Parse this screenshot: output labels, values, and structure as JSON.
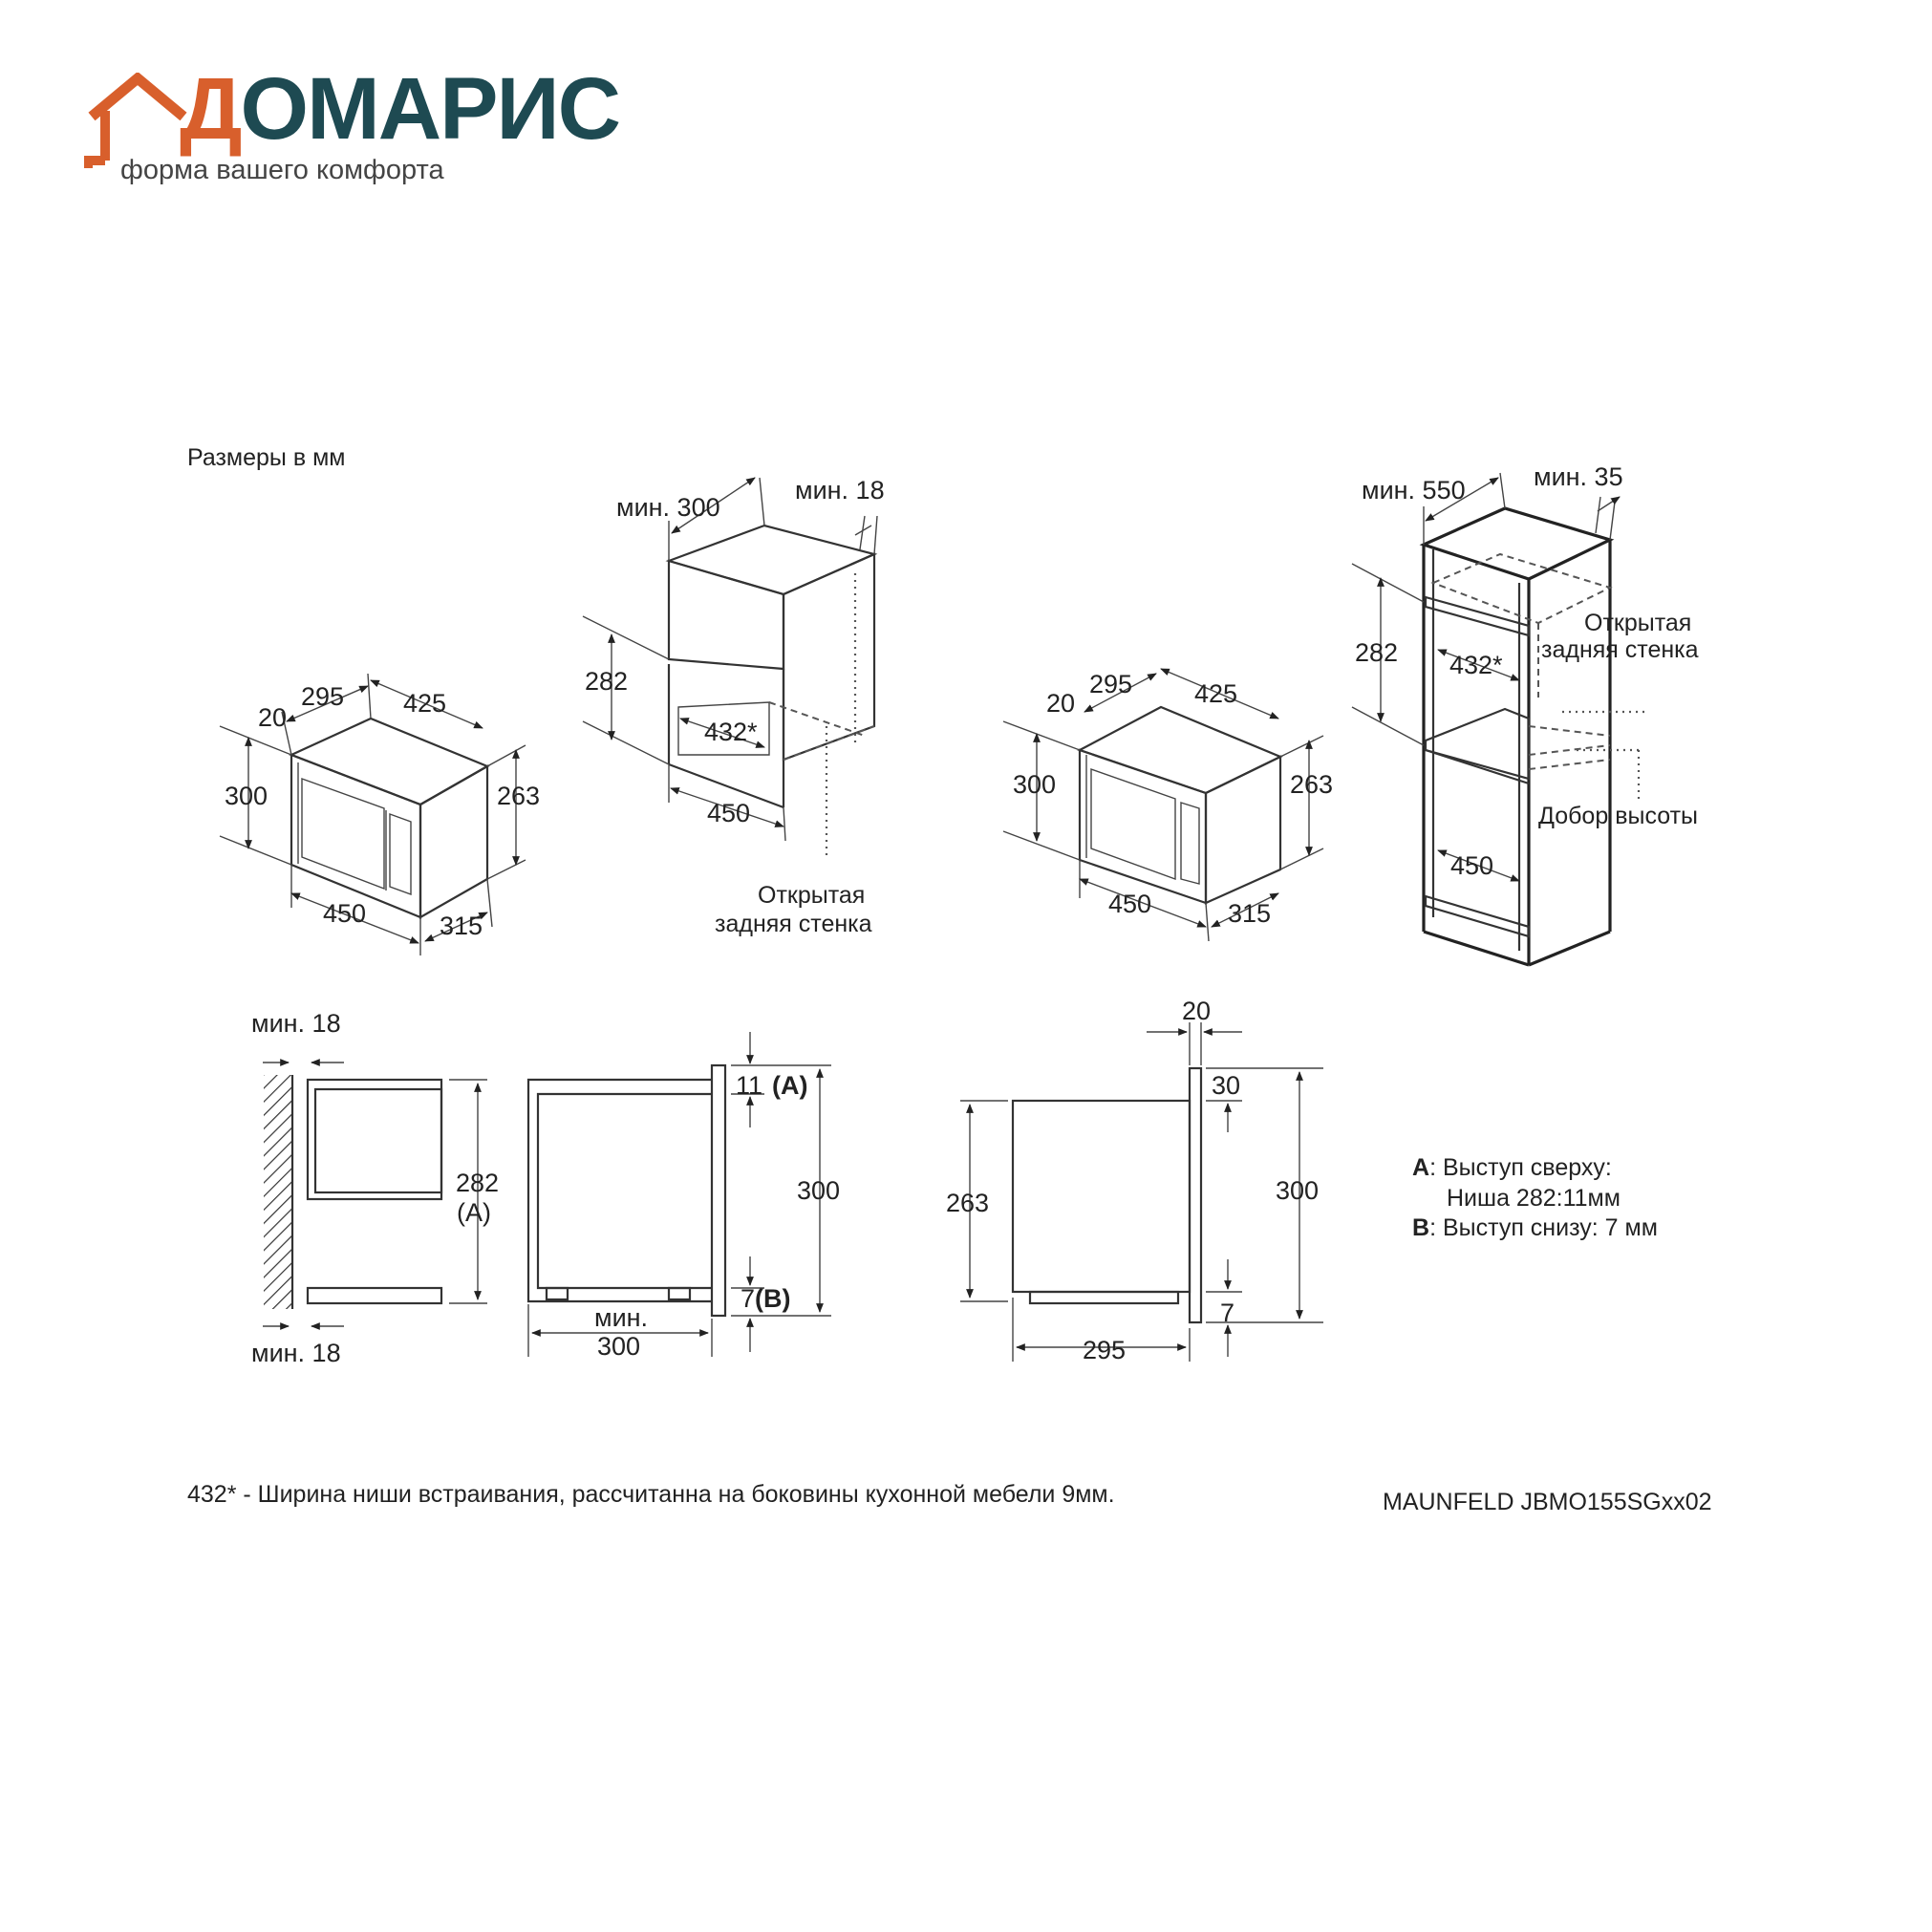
{
  "logo": {
    "brand_accent": "Д",
    "brand_main": "ОМАРИС",
    "tagline": "форма вашего комфорта",
    "icon": "house-icon",
    "colors": {
      "accent": "#d85f2c",
      "main": "#1e4a52"
    }
  },
  "units_note": "Размеры в мм",
  "view1": {
    "d20": "20",
    "d295": "295",
    "d425": "425",
    "d300": "300",
    "d263": "263",
    "d450": "450",
    "d315": "315"
  },
  "view2": {
    "min300": "мин. 300",
    "min18": "мин. 18",
    "d282": "282",
    "d432": "432*",
    "d450": "450",
    "open_back_1": "Открытая",
    "open_back_2": "задняя стенка"
  },
  "view3": {
    "d20": "20",
    "d295": "295",
    "d425": "425",
    "d300": "300",
    "d263": "263",
    "d450": "450",
    "d315": "315"
  },
  "view4": {
    "min550": "мин. 550",
    "min35": "мин. 35",
    "d282": "282",
    "d432": "432*",
    "d450": "450",
    "open_back_1": "Открытая",
    "open_back_2": "задняя стенка",
    "height_filler": "Добор высоты"
  },
  "side1": {
    "min18_top": "мин. 18",
    "min18_bottom": "мин. 18",
    "d282": "282",
    "d282_ref": "(A)"
  },
  "side2": {
    "d11": "11",
    "d11_ref": "(A)",
    "d300": "300",
    "d7": "7",
    "d7_ref": "(B)",
    "min": "мин.",
    "min300": "300"
  },
  "side3": {
    "d20": "20",
    "d30": "30",
    "d263": "263",
    "d300": "300",
    "d7": "7",
    "d295": "295"
  },
  "legend": {
    "a_key": "A",
    "a_text": ": Выступ сверху:",
    "a_text2": "Ниша 282:11мм",
    "b_key": "B",
    "b_text": ": Выступ снизу: 7 мм"
  },
  "footnote": "432* - Ширина ниши встраивания, рассчитанна на боковины кухонной мебели 9мм.",
  "model": "MAUNFELD JBMO155SGxx02"
}
